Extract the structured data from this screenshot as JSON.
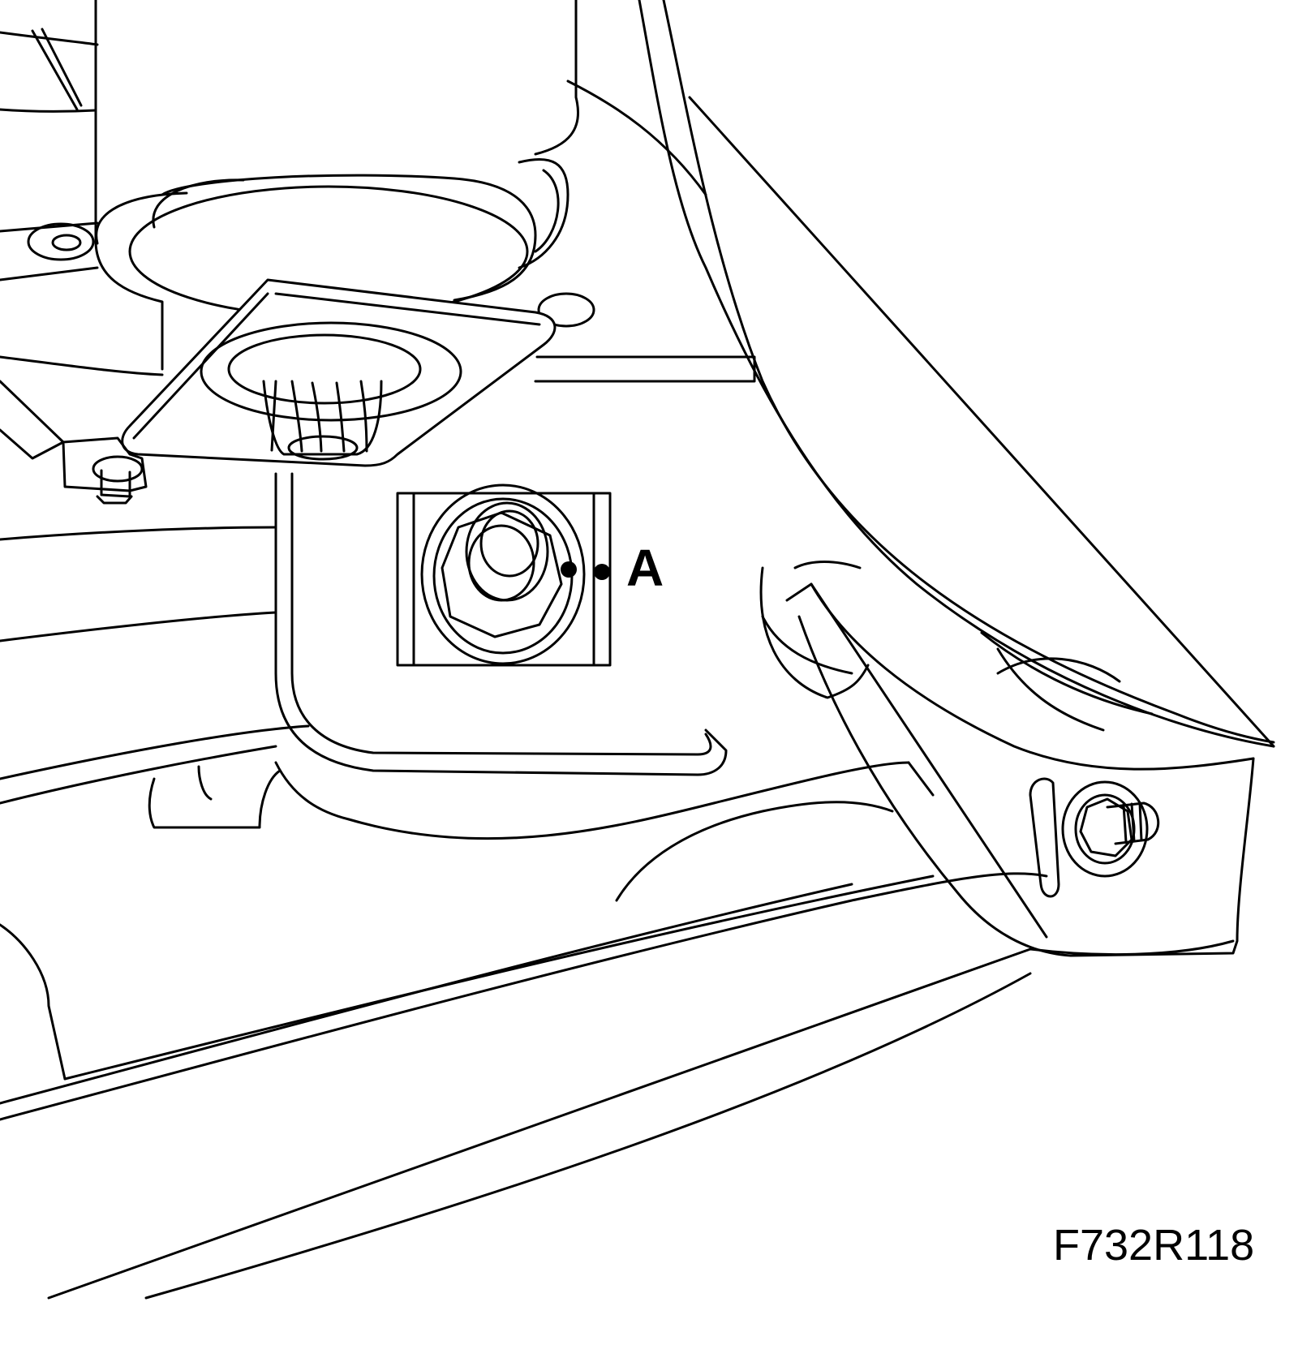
{
  "diagram": {
    "callouts": [
      {
        "id": "A",
        "label": "A"
      }
    ],
    "figure_id": "F732R118",
    "colors": {
      "line": "#000000",
      "background": "#ffffff"
    }
  }
}
